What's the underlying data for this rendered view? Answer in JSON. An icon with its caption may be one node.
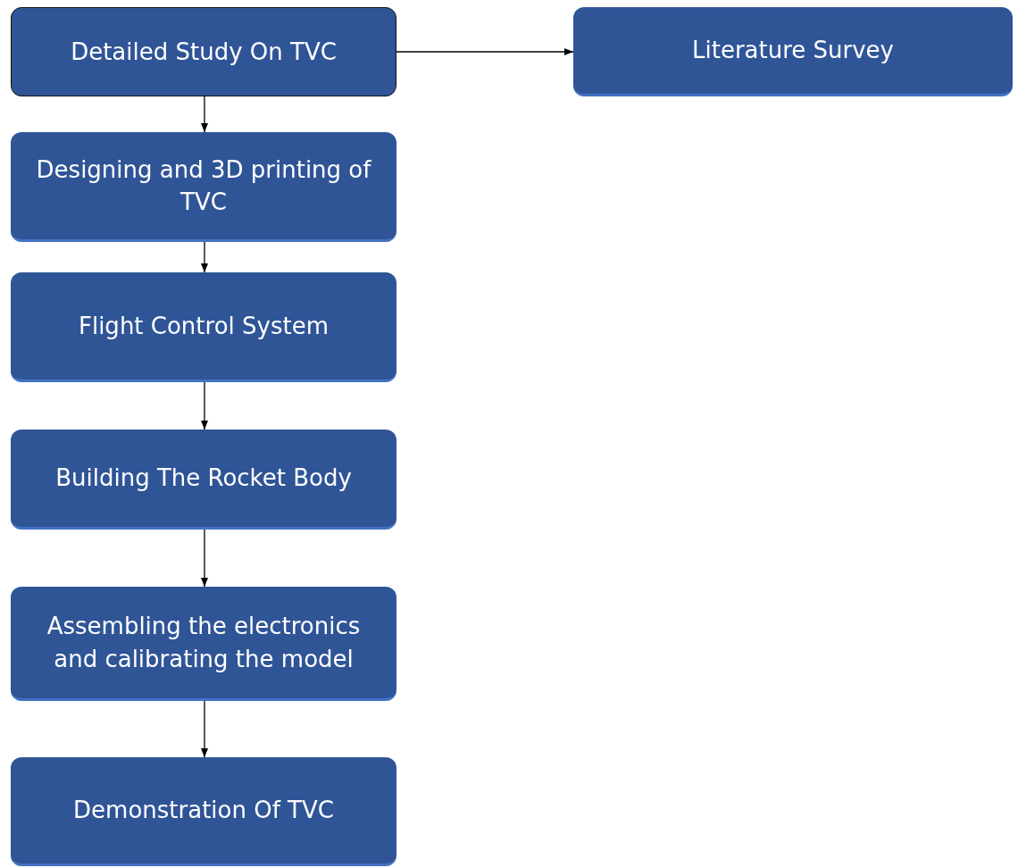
{
  "diagram": {
    "nodes": [
      {
        "text": [
          "Detailed Study On TVC"
        ]
      },
      {
        "text": [
          "Literature Survey"
        ]
      },
      {
        "text": [
          "Designing and 3D printing of TVC"
        ]
      },
      {
        "text": [
          "Flight Control System"
        ]
      },
      {
        "text": [
          "Building The Rocket Body"
        ]
      },
      {
        "text": [
          "Assembling the electronics and calibrating the model"
        ]
      },
      {
        "text": [
          "Demonstration Of TVC"
        ]
      }
    ],
    "edges": [
      {
        "from": 0,
        "to": 1,
        "arrow": "to"
      },
      {
        "from": 0,
        "to": 2,
        "arrow": "to"
      },
      {
        "from": 2,
        "to": 3,
        "arrow": "to"
      },
      {
        "from": 3,
        "to": 4,
        "arrow": "to"
      },
      {
        "from": 4,
        "to": 5,
        "arrow": "to"
      },
      {
        "from": 5,
        "to": 6,
        "arrow": "to"
      }
    ]
  }
}
